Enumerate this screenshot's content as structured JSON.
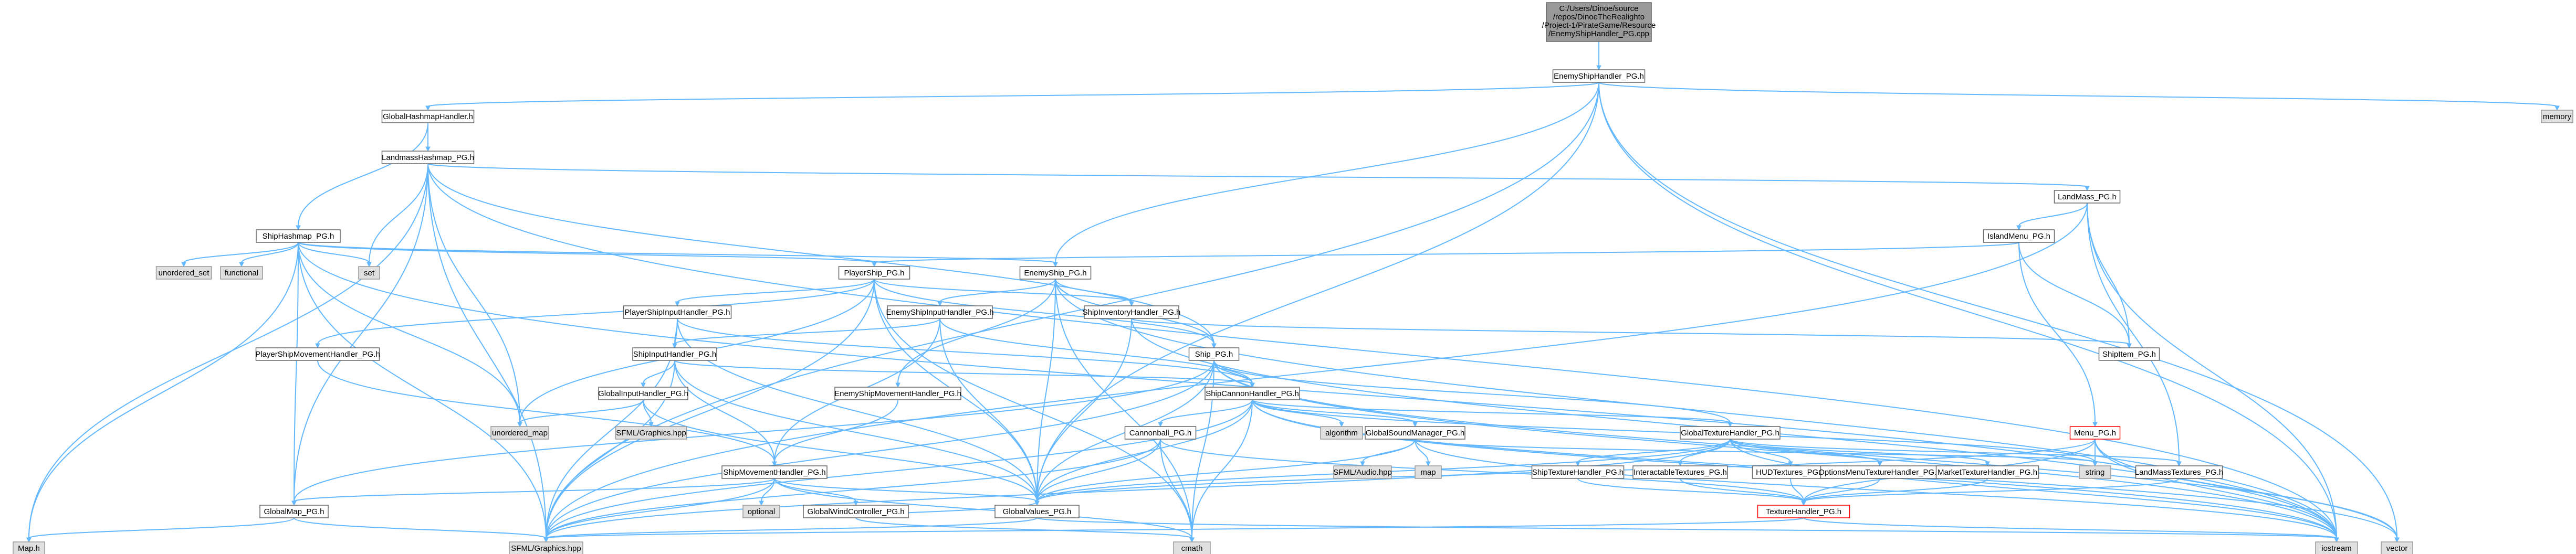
{
  "diagram": {
    "root": {
      "lines": [
        "C:/Users/Dinoe/source",
        "/repos/DinoeTheRealighto",
        "/Project-1/PirateGame/Resource",
        "/EnemyShipHandler_PG.cpp"
      ]
    },
    "nodes": {
      "EnemyShipHandler": "EnemyShipHandler_PG.h",
      "GlobalHashmapHandler": "GlobalHashmapHandler.h",
      "LandmassHashmap": "LandmassHashmap_PG.h",
      "ShipHashmap": "ShipHashmap_PG.h",
      "LandMass": "LandMass_PG.h",
      "IslandMenu": "IslandMenu_PG.h",
      "PlayerShip": "PlayerShip_PG.h",
      "EnemyShip": "EnemyShip_PG.h",
      "PlayerShipInputHandler": "PlayerShipInputHandler_PG.h",
      "EnemyShipInputHandler": "EnemyShipInputHandler_PG.h",
      "ShipInventoryHandler": "ShipInventoryHandler_PG.h",
      "PlayerShipMovementHandler": "PlayerShipMovementHandler_PG.h",
      "ShipInputHandler": "ShipInputHandler_PG.h",
      "Ship": "Ship_PG.h",
      "ShipItem": "ShipItem_PG.h",
      "GlobalInputHandler": "GlobalInputHandler_PG.h",
      "EnemyShipMovementHandler": "EnemyShipMovementHandler_PG.h",
      "ShipCannonHandler": "ShipCannonHandler_PG.h",
      "Cannonball": "Cannonball_PG.h",
      "GlobalSoundManager": "GlobalSoundManager_PG.h",
      "GlobalTextureHandler": "GlobalTextureHandler_PG.h",
      "Menu": "Menu_PG.h",
      "ShipMovementHandler": "ShipMovementHandler_PG.h",
      "ShipTextureHandler": "ShipTextureHandler_PG.h",
      "InteractableTextures": "InteractableTextures_PG.h",
      "HUDTextures": "HUDTextures_PG.h",
      "OptionsMenuTextureHandler": "OptionsMenuTextureHandler_PG.h",
      "MarketTextureHandler": "MarketTextureHandler_PG.h",
      "LandMassTextures": "LandMassTextures_PG.h",
      "GlobalWindController": "GlobalWindController_PG.h",
      "GlobalMap": "GlobalMap_PG.h",
      "GlobalValues": "GlobalValues_PG.h",
      "TextureHandler": "TextureHandler_PG.h",
      "memory": "memory",
      "unordered_set": "unordered_set",
      "functional": "functional",
      "set": "set",
      "unordered_map": "unordered_map",
      "SFMLGraphicsHpp": "SFML/Graphics.hpp",
      "algorithm": "algorithm",
      "SFMLAudio": "SFML/Audio.hpp",
      "map": "map",
      "string": "string",
      "optional": "optional",
      "cmath": "cmath",
      "iostream": "iostream",
      "vector": "vector",
      "Map": "Map.h",
      "SFMLGraphics": "SFML/Graphics.hpp"
    }
  }
}
